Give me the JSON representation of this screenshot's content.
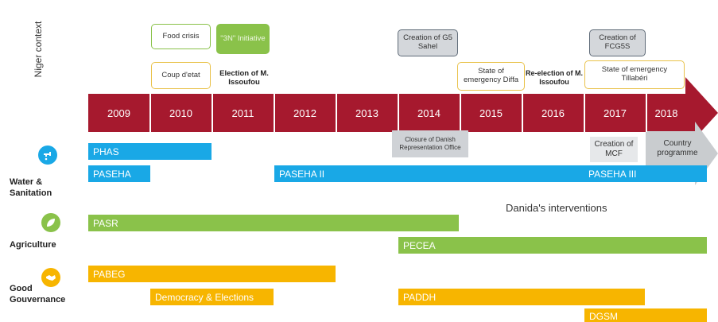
{
  "side_label": "Niger context",
  "context": {
    "food_crisis": "Food crisis",
    "sn_initiative": "\"3N\" Initiative",
    "coup": "Coup d'etat",
    "election_2011": "Election of M. Issoufou",
    "g5_sahel": "Creation of G5 Sahel",
    "state_diffa": "State of emergency Diffa",
    "reelection": "Re-election of M. Issoufou",
    "fcg5s": "Creation of FCG5S",
    "state_tillaberi": "State of emergency Tillabéri",
    "danish_office": "Closure of Danish Representation Office",
    "mcf": "Creation of MCF",
    "country_programme": "Country programme"
  },
  "years": [
    "2009",
    "2010",
    "2011",
    "2012",
    "2013",
    "2014",
    "2015",
    "2016",
    "2017",
    "2018"
  ],
  "colors": {
    "timeline": "#a6192e",
    "water": "#19a8e6",
    "agriculture": "#8ac24a",
    "governance": "#f7b500",
    "grey_arrow": "#c9cccf"
  },
  "legend": "Danida's interventions",
  "sectors": {
    "water": {
      "label": "Water & Sanitation",
      "icon": "water-tap-icon"
    },
    "agriculture": {
      "label": "Agriculture",
      "icon": "leaf-icon"
    },
    "governance": {
      "label": "Good Gouvernance",
      "icon": "handshake-icon"
    }
  },
  "interventions": {
    "phas": "PHAS",
    "paseha": "PASEHA",
    "paseha2": "PASEHA II",
    "paseha3": "PASEHA III",
    "pasr": "PASR",
    "pecea": "PECEA",
    "pabeg": "PABEG",
    "democracy": "Democracy & Elections",
    "paddh": "PADDH",
    "dgsm": "DGSM"
  }
}
